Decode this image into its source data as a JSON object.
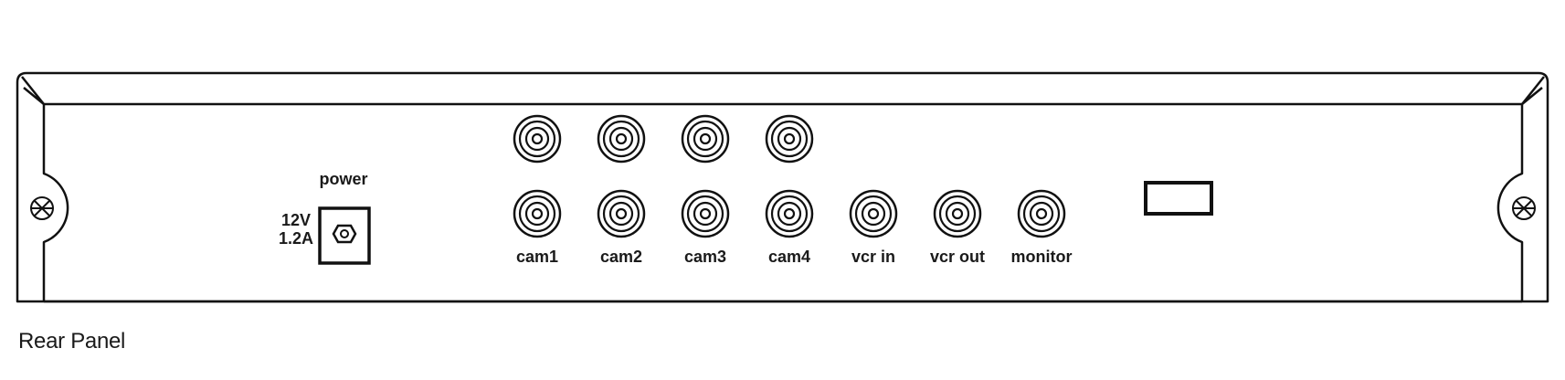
{
  "power": {
    "title": "power",
    "voltage": "12V",
    "current": "1.2A"
  },
  "connectors": {
    "top_row_count": 4,
    "bottom_labels": [
      "cam1",
      "cam2",
      "cam3",
      "cam4",
      "vcr in",
      "vcr out",
      "monitor"
    ]
  },
  "caption": "Rear Panel"
}
